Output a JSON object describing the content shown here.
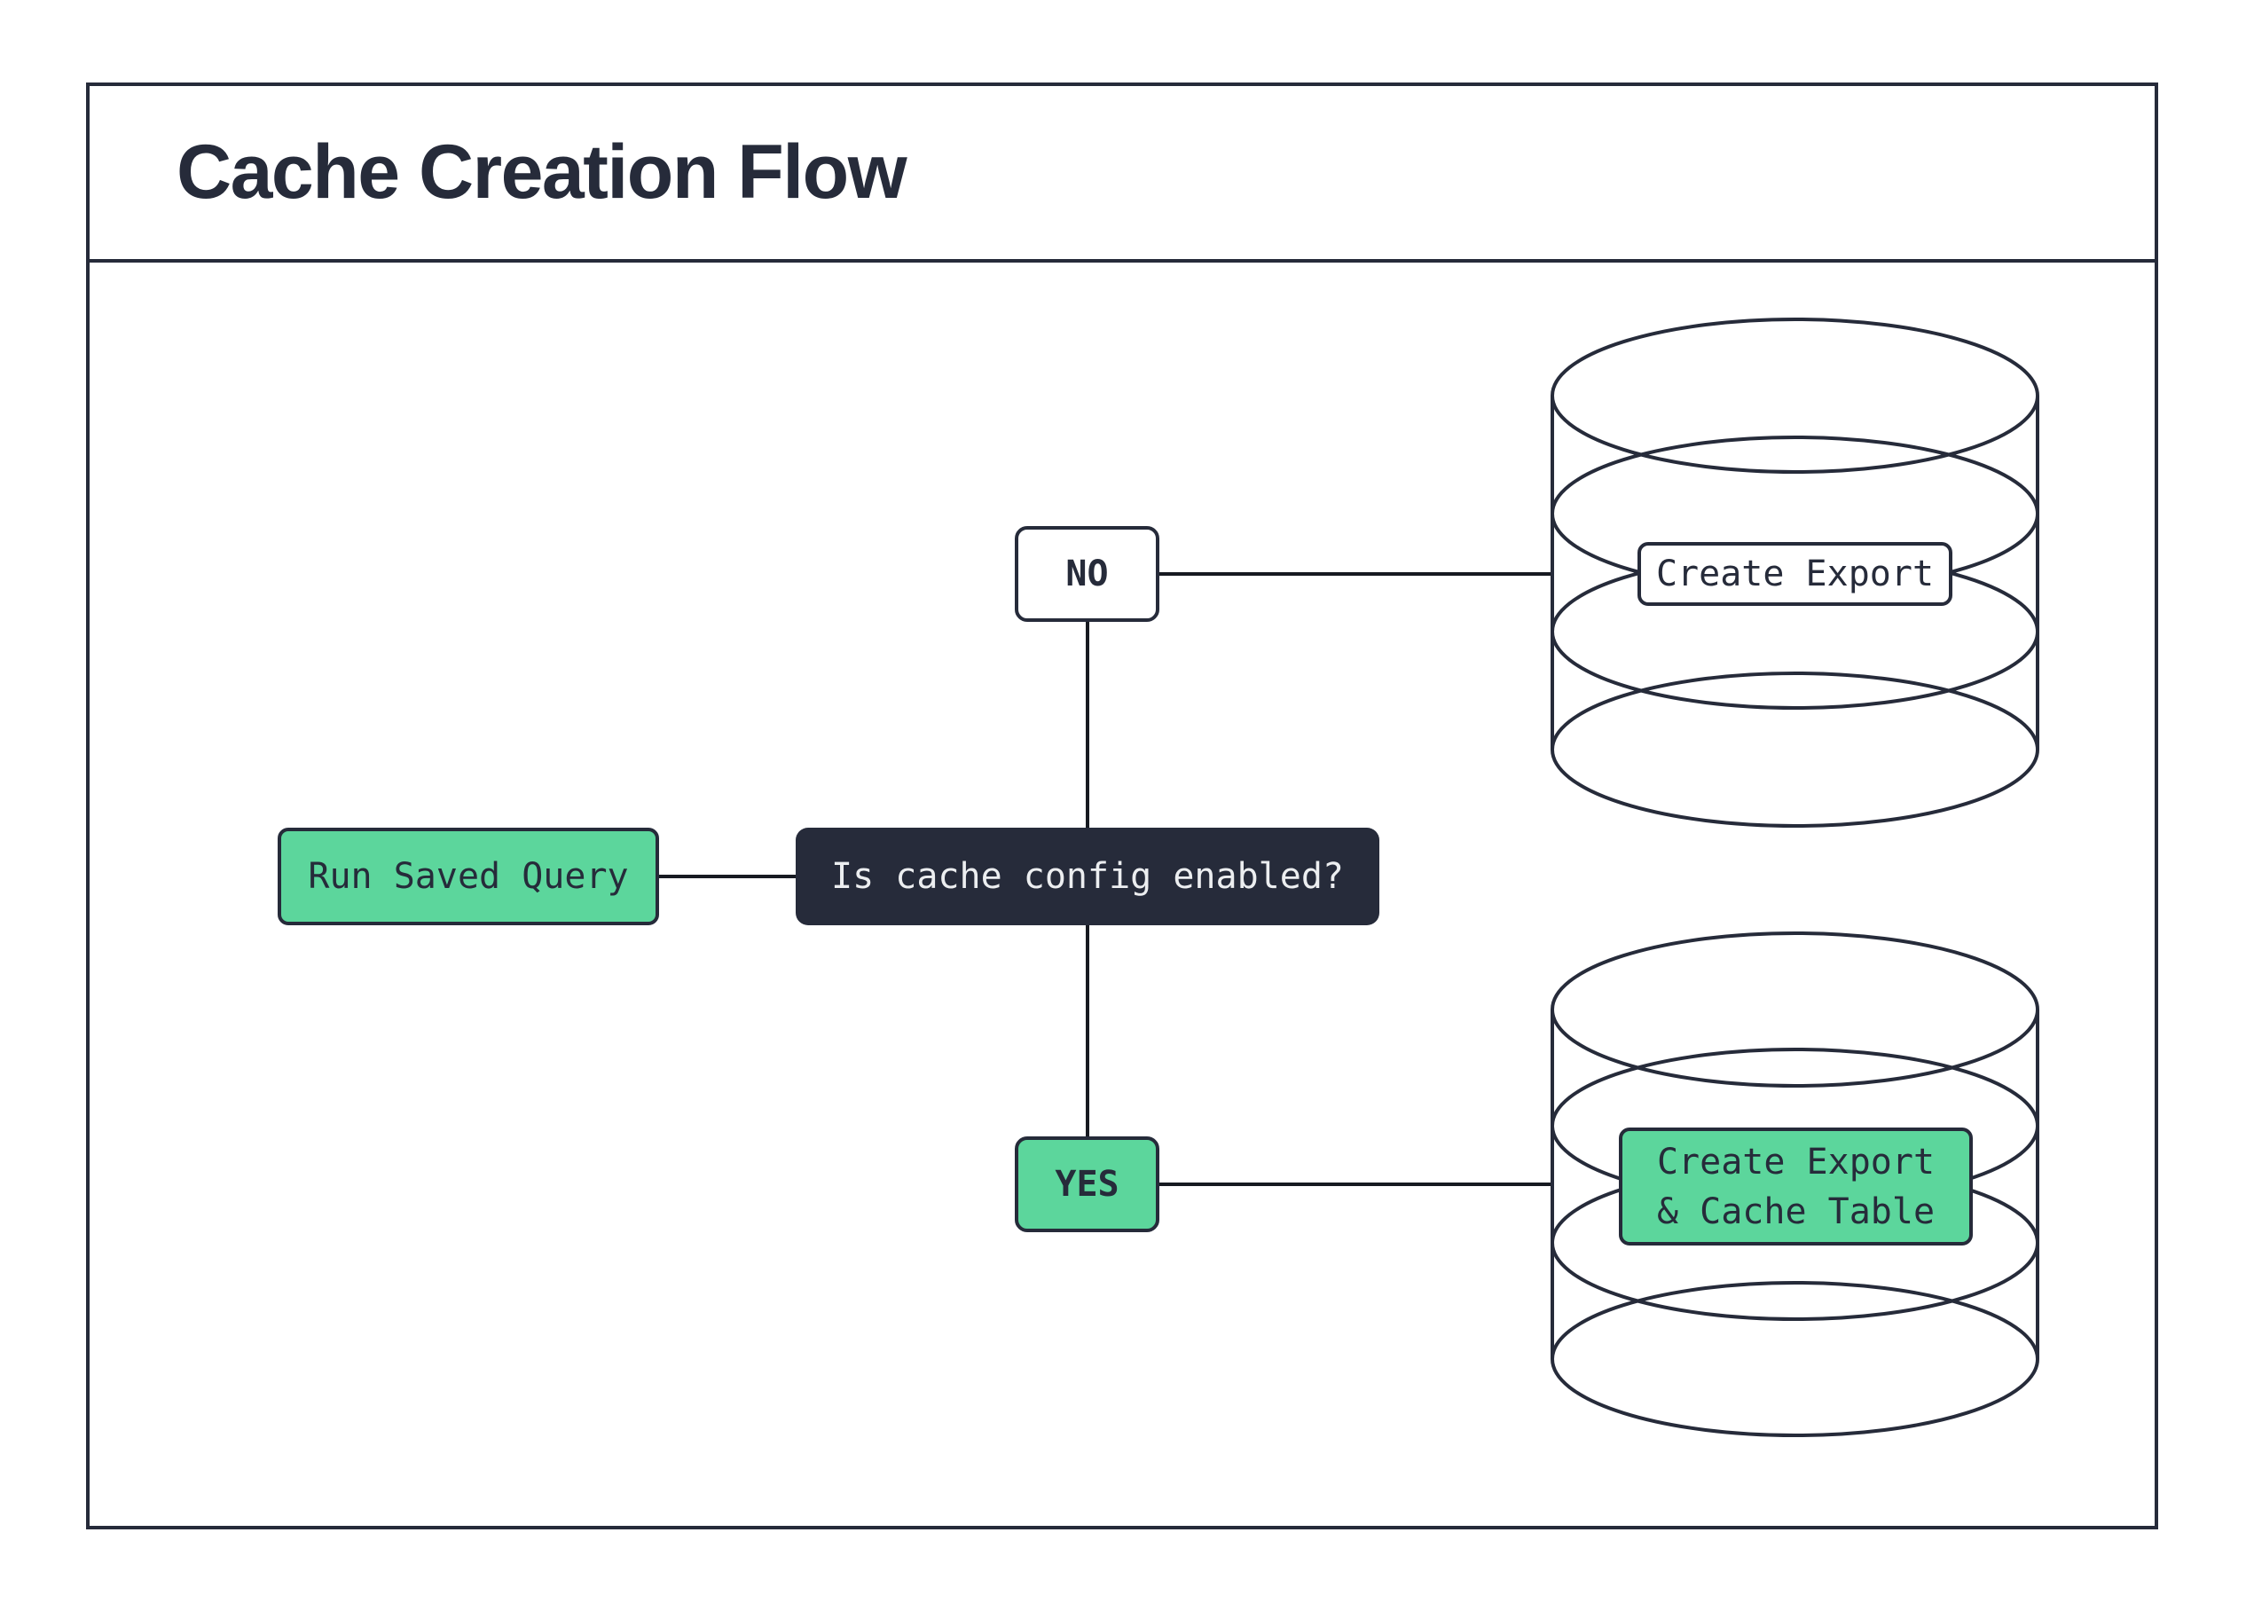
{
  "title": "Cache Creation Flow",
  "flow": {
    "start": "Run Saved Query",
    "decision": "Is cache config enabled?",
    "branch_no": "NO",
    "branch_yes": "YES",
    "outcome_no": "Create Export",
    "outcome_yes_line1": "Create Export",
    "outcome_yes_line2": "& Cache Table"
  },
  "colors": {
    "ink": "#262b3a",
    "green": "#5cd69c",
    "connector": "#171a21",
    "text_light": "#eceef0",
    "background": "#ffffff"
  }
}
